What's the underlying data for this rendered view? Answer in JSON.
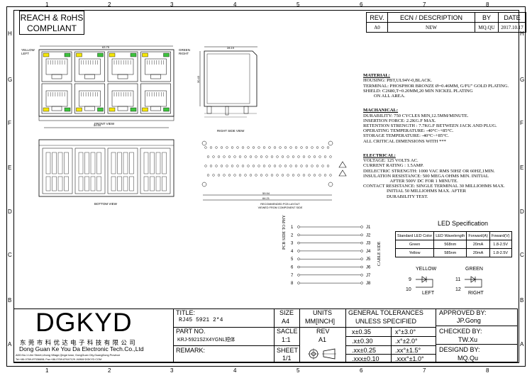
{
  "compliance": {
    "line1": "REACH & RoHS",
    "line2": "COMPLIANT"
  },
  "zones": {
    "cols_top": [
      "1",
      "2",
      "3",
      "4",
      "5",
      "6",
      "7",
      "8"
    ],
    "cols_bottom": [
      "1",
      "2",
      "3",
      "4",
      "5",
      "6",
      "7",
      "8"
    ],
    "rows_left": [
      "H",
      "G",
      "F",
      "E",
      "D",
      "C",
      "B",
      "A"
    ],
    "rows_right": [
      "H",
      "G",
      "F",
      "E",
      "D",
      "C",
      "B",
      "A"
    ]
  },
  "revision": {
    "headers": [
      "REV.",
      "ECN / DESCRIPTION",
      "BY",
      "DATE"
    ],
    "row": [
      "A0",
      "NEW",
      "MQ.QU",
      "2017.10.17"
    ]
  },
  "views": {
    "front": "FRONT VIEW",
    "right_side": "RIGHT SIDE VIEW",
    "bottom": "BOTTOM VIEW",
    "pcb_layout_1": "RECOMMENDED PCB LAYOUT",
    "pcb_layout_2": "VIEWED FROM COMPONENT SIDE",
    "yellow_left": "YELLOW\nLEFT",
    "green_right": "GREEN\nRIGHT",
    "pcb_side": "PCB SIDE TO PHY",
    "cable_side": "CABLE SIDE"
  },
  "dimensions": {
    "front_width": "63.75",
    "front_bottom": "59.94",
    "side_width": "28.19",
    "side_height": "30.43",
    "pcb_width": "59.94",
    "pcb_bottom": "64.21"
  },
  "pins": {
    "left": [
      "1",
      "2",
      "3",
      "4",
      "5",
      "6",
      "7",
      "8"
    ],
    "right": [
      "J1",
      "J2",
      "J3",
      "J4",
      "J5",
      "J6",
      "J7",
      "J8"
    ]
  },
  "notes": {
    "material_h": "MATERIAL:",
    "material": "HOUSING: PBT,UL94V-0,BLACK.\nTERMINAL: PHOSPHOR BRONZE Ø=0.46MM, G/FU\" GOLD PLATING.\nSHIELD: C2680,T=0.20MM,20 MIN NICKEL PLATING\n         ON ALL AREA.",
    "mechanical_h": "MACHANICAL:",
    "mechanical": "DURABILITY: 750 CYCLES MIN,12.5MM/MINUTE.\nINSERTION FORCE: 2.2KG.F MAX.\nRETENTION STRENGTH : 7.7KG.F BETWEEN JACK AND PLUG.\nOPERATING TEMPERATURE: -40°C~+85°C.\nSTORAGE TEMPERATURE: -40°C~+85°C.\nALL CRITICAL DIMENSIONS WITH ***",
    "electrical_h": "ELECTRICAL:",
    "electrical": "VOLTAGE: 125 VOLTS AC.\nCURRENT RATING : 1.5AMP.\nDIELECTRIC STRENGTH: 1000 VAC RMS 50HZ OR 60HZ,1MIN.\nINSULATION RESISTANCE: 500 MEGA OHMS MIN. INITIAL\n                       AFTER 500V DC FOR 1 MINUTE.\nCONTACT RESISTANCE: SINGLE TERMINAL 30 MILLIOHMS MAX.\n                    INITIAL 50 MILLIOHMS MAX. AFTER\n                    DURABILITY TEST."
  },
  "led": {
    "title": "LED Specification",
    "headers": [
      "Standard LED Color",
      "LED Wavelength",
      "Forward(A)",
      "Foward(V)"
    ],
    "rows": [
      [
        "Green",
        "568nm",
        "20mA",
        "1.8-2.5V"
      ],
      [
        "Yellow",
        "585nm",
        "20mA",
        "1.8-2.5V"
      ]
    ],
    "yellow": {
      "name": "YELLOW",
      "p1": "9",
      "p2": "10",
      "side": "LEFT"
    },
    "green": {
      "name": "GREEN",
      "p1": "11",
      "p2": "12",
      "side": "RIGHT"
    }
  },
  "title_block": {
    "logo": "DGKYD",
    "company_cn": "东 莞 市 科 优 达 电 子 科 技 有 限 公 司",
    "company_en": "Dong Guan Ke You Da Electronic Tech.Co.,Ltd",
    "address": "ADD:No.1 Lihe Street,Lihong Village,Qingxi town, DongGuan City,GuangDong Province",
    "contact": "Tel:+86-0769-87336608; Fax:+86-0769-87647129 ;WWW.DGKYD.COM",
    "title_label": "TITLE:",
    "title_value": "RJ45 5921 2*4",
    "part_label": "PART NO.",
    "part_value": "KRJ-5921S2X4YGNL短体",
    "remark_label": "REMARK:",
    "size_label": "SIZE",
    "size_value": "A4",
    "units_label": "UNITS",
    "units_value": "MM[INCH]",
    "scale_label": "SACLE",
    "scale_value": "1:1",
    "rev_label": "REV",
    "rev_value": "A1",
    "sheet_label": "SHEET",
    "sheet_value": "1/1",
    "tol_header1": "GENERAL TOLERANCES",
    "tol_header2": "UNLESS SPECIFIED",
    "tolerances": [
      [
        "x±0.35",
        "x°±3.0°"
      ],
      [
        ".x±0.30",
        ".x°±2.0°"
      ],
      [
        ".xx±0.25",
        ".xx°±1.5°"
      ],
      [
        ".xxx±0.10",
        ".xxx°±1.0°"
      ]
    ],
    "approved_label": "APPROVED BY:",
    "approved_value": "JP.Gong",
    "checked_label": "CHECKED BY:",
    "checked_value": "TW.Xu",
    "designed_label": "DESIGND BY:",
    "designed_value": "MQ.Qu"
  },
  "colors": {
    "led_yellow": "#f5e600",
    "led_green": "#3ec43e",
    "line": "#000000"
  }
}
